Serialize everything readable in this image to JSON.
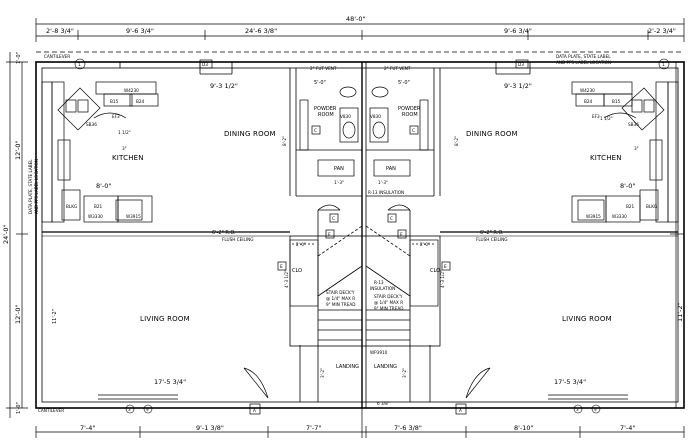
{
  "dimensions": {
    "overall_width": "48'-0\"",
    "half_width_left": "24'-6 3/8\"",
    "top_segments": [
      "2'-8 3/4\"",
      "9'-6 3/4\"",
      "9'-6 3/4\"",
      "2'-2 3/4\""
    ],
    "left_overall": "24'-0\"",
    "left_upper": "12'-0\"",
    "left_lower": "12'-0\"",
    "right_lower": "11'-2\"",
    "left_lower_inner": "11'-2\"",
    "cantilever_top": "1'-0\"",
    "cantilever_bottom": "1'-0\"",
    "bottom_segments": [
      "7'-4\"",
      "9'-1 3/8\"",
      "7'-7\"",
      "7'-6 3/8\"",
      "8'-10\"",
      "7'-4\""
    ],
    "dining_left": "9'-3 1/2\"",
    "dining_right": "9'-3 1/2\"",
    "kitchen_counter": "8'-0\"",
    "kitchen_counter_r": "8'-0\"",
    "powder_width": "5'-0\"",
    "pantry_height": "1'-3\"",
    "fan_height": "1'-3\"",
    "hall_width": "6'-2\" R.O.",
    "closet_left": "2'-0\"",
    "closet_right": "2'-0\"",
    "closet_depth": "4'-3 1/2\"",
    "landing_dim": "3'-2\"",
    "landing_dim_r": "3'-2\"",
    "living_left": "17'-5 3/4\"",
    "living_right": "17'-5 3/4\"",
    "door_gap": "6 3/8\"",
    "small_3": "3\"",
    "one_half": "1 1/2\"",
    "c_4": "4'-1 3/4\"",
    "wall_8": "8'-2\"",
    "wall_4": "4'-3\""
  },
  "rooms": {
    "dining_left": "DINING ROOM",
    "dining_right": "DINING ROOM",
    "kitchen_left": "KITCHEN",
    "kitchen_right": "KITCHEN",
    "living_left": "LIVING ROOM",
    "living_right": "LIVING ROOM",
    "powder_left": "POWDER ROOM",
    "powder_right": "POWDER ROOM",
    "pan_left": "PAN",
    "pan_right": "PAN",
    "clo_left": "CLO",
    "clo_right": "CLO",
    "landing_left": "LANDING",
    "landing_right": "LANDING"
  },
  "notes": {
    "cantilever_top": "CANTILEVER",
    "cantilever_bottom": "CANTILEVER",
    "data_plate_right": "DATA PLATE, STATE LABEL AND PFS LABEL LOCATION",
    "data_plate_left": "DATA PLATE, STATE LABEL AND PFS LABEL LOCATION",
    "vent_left": "2\" FUT VENT",
    "vent_right": "2\" FUT VENT",
    "flush_left": "FLUSH CEILING",
    "flush_right": "FLUSH CEILING",
    "r13_upper": "R-13 INSULATION",
    "r13_mid": "R-13 INSULATION",
    "stair_left": "STAIR DECK'Y",
    "stair_left2": "@ 1/4\" MAX R",
    "stair_left3": "9\" MIN TREAD",
    "stair_right": "STAIR DECK'Y",
    "stair_right2": "@ 1/4\" MAX R",
    "stair_right3": "9\" MIN TREAD",
    "wp": "WP3910"
  },
  "cabinets": {
    "w4230_l": "W4230",
    "w4230_r": "W4230",
    "b15_l": "B15",
    "b24_l": "B24",
    "b24_r": "B24",
    "b15_r": "B15",
    "ef3_l": "EF3",
    "ef3_r": "EF3",
    "sb36_l": "SB36",
    "sb36_r": "SB36",
    "v830_l": "V830",
    "v830_r": "V830",
    "w3330_l": "W3330",
    "w3330_r": "W3330",
    "w3915_l": "W3915",
    "w3915_r": "W3915",
    "b21_l": "B21",
    "b21_r": "B21",
    "blkg_l": "BLKG",
    "blkg_r": "BLKG"
  },
  "tags": {
    "d3_left": "D3",
    "d3_right": "D3",
    "circle1_left": "1",
    "circle1_right": "1",
    "e": "E",
    "c": "C",
    "a": "A",
    "circle3": "3",
    "circle9": "9"
  }
}
